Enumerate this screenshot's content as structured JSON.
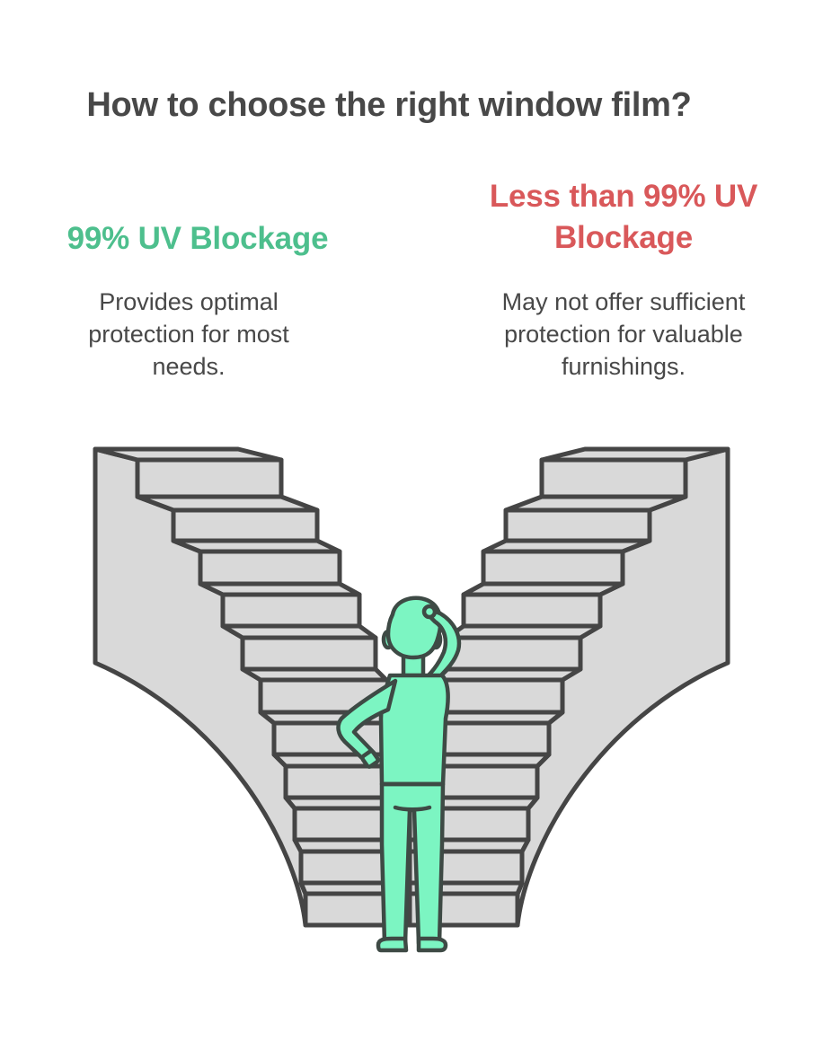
{
  "title": "How to choose the right window film?",
  "options": [
    {
      "id": "left",
      "title": "99% UV Blockage",
      "description": "Provides optimal protection for most needs.",
      "color": "#4dbf8d"
    },
    {
      "id": "right",
      "title": "Less than 99% UV Blockage",
      "description": "May not offer sufficient protection for valuable furnishings.",
      "color": "#d9585a"
    }
  ],
  "illustration": {
    "description": "Person standing between two staircases, scratching head",
    "stair_fill": "#d9d9d9",
    "outline": "#454545",
    "person_fill": "#7cf5c2",
    "icons": [
      "left-staircase-icon",
      "right-staircase-icon",
      "confused-person-icon"
    ]
  }
}
